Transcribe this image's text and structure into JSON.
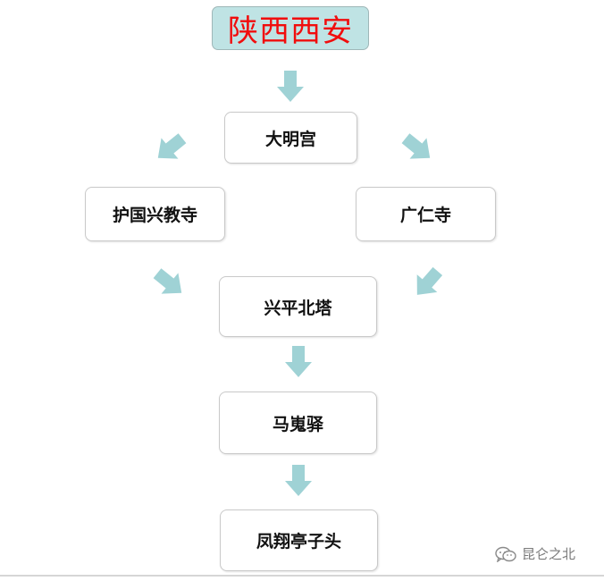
{
  "title": "陕西西安",
  "nodes": {
    "n1": "大明宫",
    "n2": "护国兴教寺",
    "n3": "广仁寺",
    "n4": "兴平北塔",
    "n5": "马嵬驿",
    "n6": "凤翔亭子头"
  },
  "watermark": {
    "text": "昆仑之北",
    "icon": "wechat-icon"
  },
  "colors": {
    "arrow": "#9fd2d5",
    "title_fill": "#bfe3e4",
    "title_text": "#f10d0d"
  }
}
